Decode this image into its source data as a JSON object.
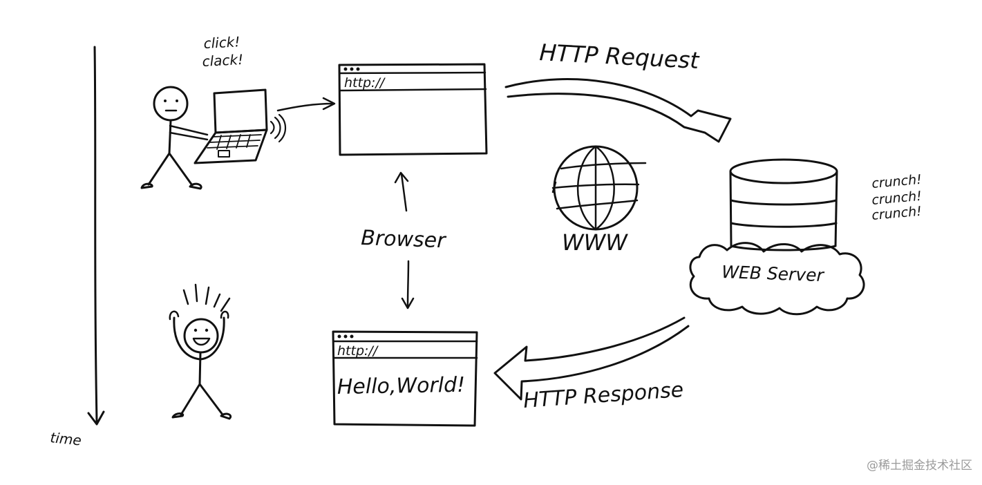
{
  "labels": {
    "click": "click!",
    "clack": "clack!",
    "url_top": "http://",
    "url_bottom": "http://",
    "hello": "Hello,World!",
    "http_request": "HTTP Request",
    "http_response": "HTTP Response",
    "browser": "Browser",
    "www": "WWW",
    "web_server": "WEB Server",
    "crunch1": "crunch!",
    "crunch2": "crunch!",
    "crunch3": "crunch!",
    "time": "time"
  },
  "watermark": "@稀土掘金技术社区",
  "colors": {
    "ink": "#111111",
    "background": "#ffffff",
    "watermark": "#9a9a9a"
  }
}
